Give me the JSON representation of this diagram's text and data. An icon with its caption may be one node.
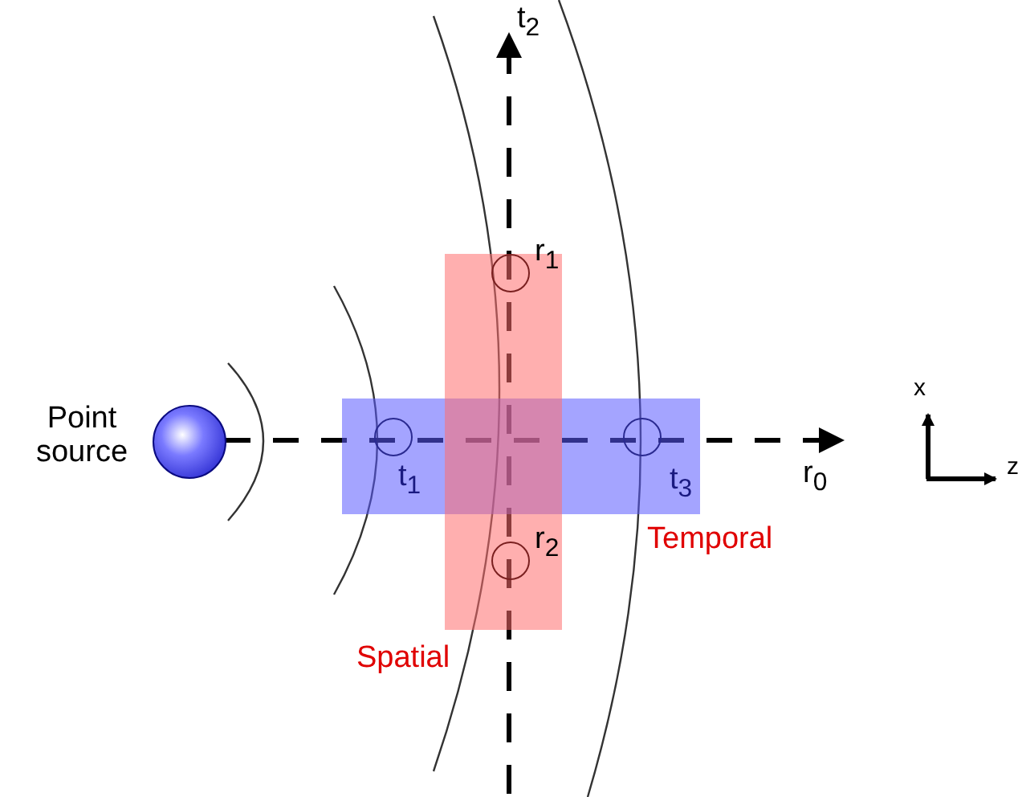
{
  "diagram": {
    "nodes": [
      {
        "text": [],
        "shape": "circle",
        "beside": [
          "Point source"
        ]
      },
      {
        "text": [
          "Temporal"
        ]
      },
      {
        "text": [
          "Spatial"
        ]
      },
      {
        "text": [],
        "shape": "circle",
        "beside": [
          "t$_{1}$"
        ],
        "in": 1
      },
      {
        "text": [],
        "shape": "circle",
        "beside": [
          "r$_{1}$"
        ],
        "in": 2
      },
      {
        "text": [],
        "shape": "circle",
        "beside": [
          "t$_{3}$"
        ],
        "in": 1
      },
      {
        "text": [],
        "shape": "circle",
        "beside": [
          "r$_{2}$"
        ],
        "in": 2
      }
    ],
    "labels": [
      "t$_{2}$",
      "r$_{0}$",
      "x",
      "z"
    ]
  }
}
